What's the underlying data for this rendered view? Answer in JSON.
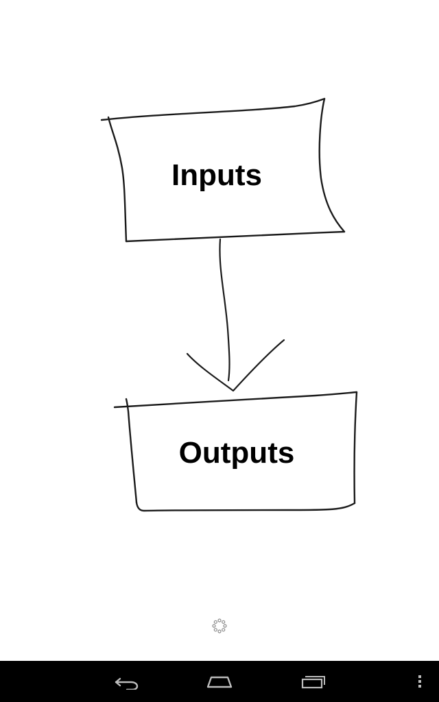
{
  "diagram": {
    "nodes": [
      {
        "id": "inputs",
        "label": "Inputs"
      },
      {
        "id": "outputs",
        "label": "Outputs"
      }
    ],
    "edges": [
      {
        "from": "inputs",
        "to": "outputs"
      }
    ]
  },
  "status": {
    "loading_icon": "spinner-icon"
  },
  "navbar": {
    "buttons": [
      {
        "name": "back",
        "icon": "back-icon"
      },
      {
        "name": "home",
        "icon": "home-icon"
      },
      {
        "name": "recents",
        "icon": "recents-icon"
      },
      {
        "name": "menu",
        "icon": "overflow-menu-icon"
      }
    ],
    "background": "#000000",
    "icon_color": "#bdbdbd"
  },
  "colors": {
    "background": "#ffffff",
    "stroke": "#1a1a1a"
  }
}
